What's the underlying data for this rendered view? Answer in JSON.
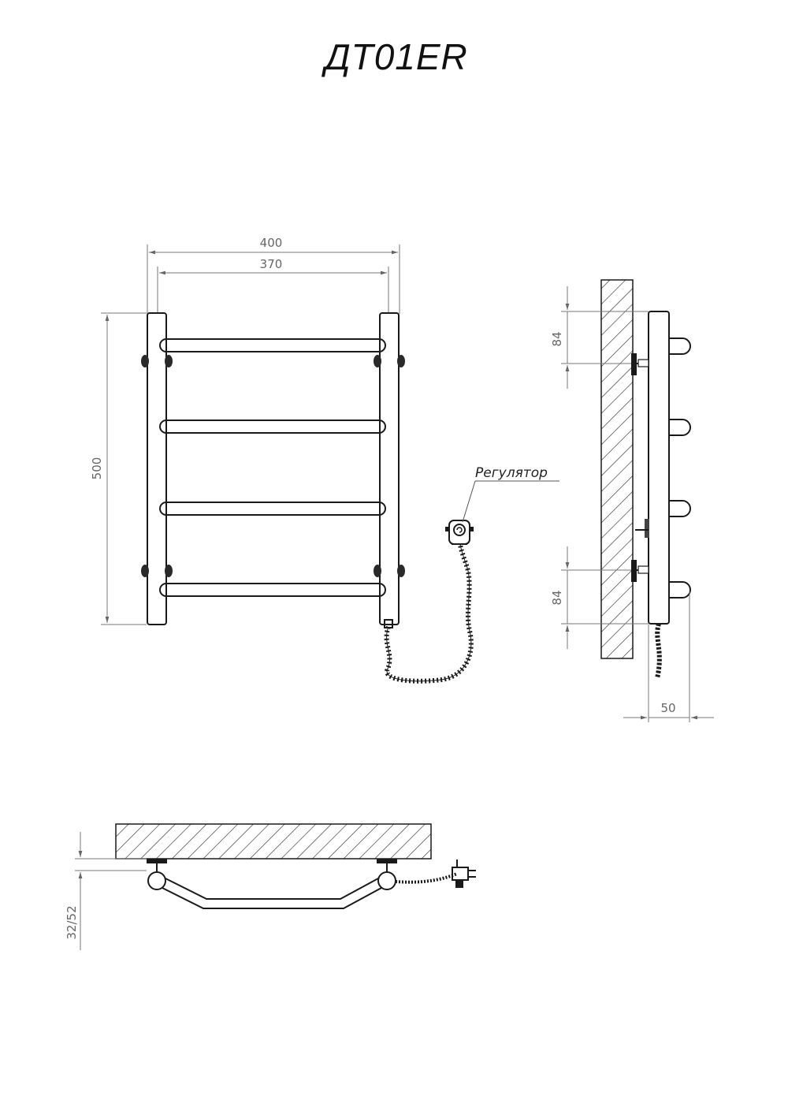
{
  "title": "ДТ01ER",
  "front_view": {
    "width_overall": "400",
    "width_centers": "370",
    "height": "500",
    "regulator_label": "Регулятор"
  },
  "side_view": {
    "dim_top": "84",
    "dim_bottom": "84",
    "depth": "50"
  },
  "top_view": {
    "offset": "32/52"
  }
}
